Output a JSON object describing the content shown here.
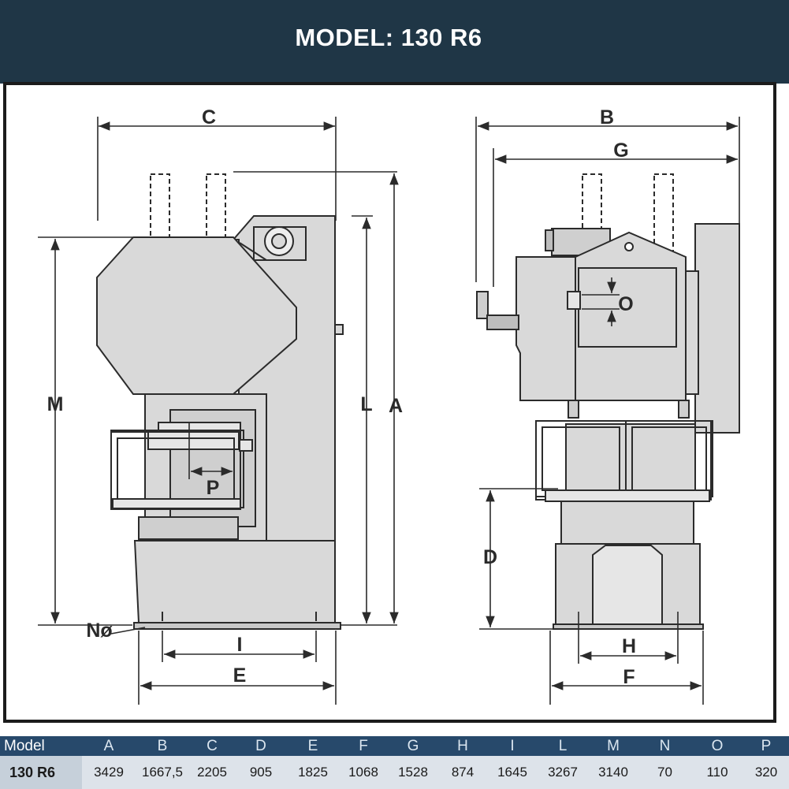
{
  "header": {
    "prefix": "MODEL: ",
    "model": "130 R6"
  },
  "colors": {
    "header_bg": "#1f3646",
    "table_header_bg": "#27496b",
    "table_row_bg": "#dde3ea",
    "machine_fill": "#d9d9d9",
    "line": "#2b2b2b"
  },
  "diagram": {
    "labels": {
      "A": "A",
      "B": "B",
      "C": "C",
      "D": "D",
      "E": "E",
      "F": "F",
      "G": "G",
      "H": "H",
      "I": "I",
      "L": "L",
      "M": "M",
      "N": "Nø",
      "O": "O",
      "P": "P"
    }
  },
  "table": {
    "columns": [
      "Model",
      "A",
      "B",
      "C",
      "D",
      "E",
      "F",
      "G",
      "H",
      "I",
      "L",
      "M",
      "N",
      "O",
      "P"
    ],
    "rows": [
      [
        "130 R6",
        "3429",
        "1667,5",
        "2205",
        "905",
        "1825",
        "1068",
        "1528",
        "874",
        "1645",
        "3267",
        "3140",
        "70",
        "110",
        "320"
      ]
    ]
  }
}
